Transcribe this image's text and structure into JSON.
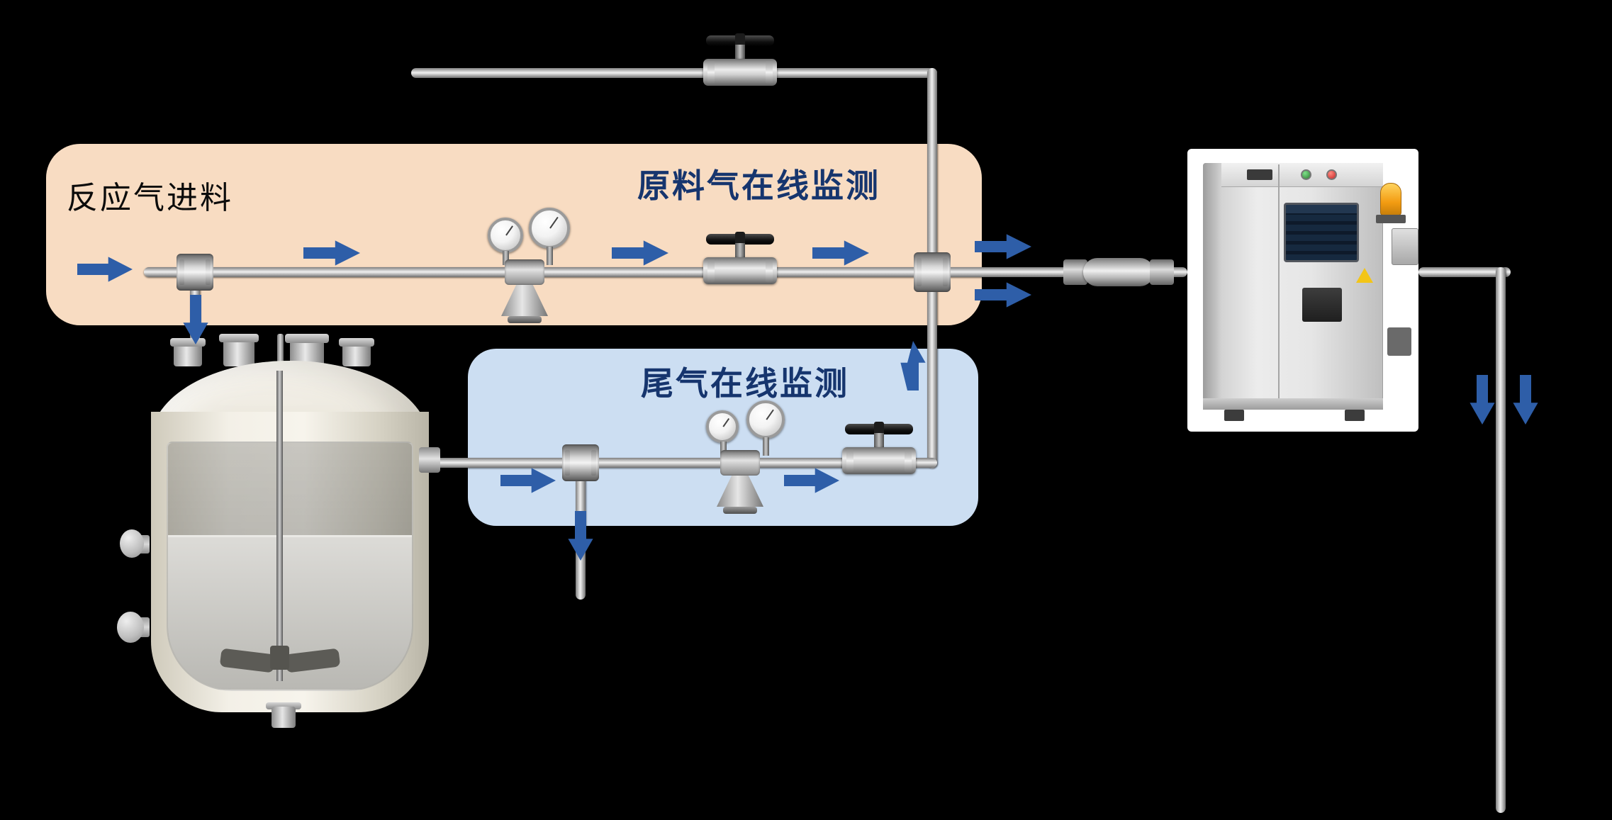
{
  "colors": {
    "background": "#000000",
    "arrow": "#2e5ea8",
    "navy": "#16356e",
    "zone_feed_bg": "#f8dcc2",
    "zone_tail_bg": "#ccdef2"
  },
  "labels": {
    "feed_inlet": "反应气进料",
    "raw_gas_monitoring": "原料气在线监测",
    "tail_gas_monitoring": "尾气在线监测"
  },
  "equipment": {
    "reactor": "stirred-tank-reactor",
    "feed_regulator": "pressure-regulator-with-gauges",
    "tail_regulator": "pressure-regulator-with-gauges",
    "top_valve": "ball-valve",
    "feed_valve": "ball-valve",
    "tail_valve": "ball-valve",
    "inline_filter": "inline-filter",
    "analyzer": "online-gas-analyzer-cabinet"
  }
}
